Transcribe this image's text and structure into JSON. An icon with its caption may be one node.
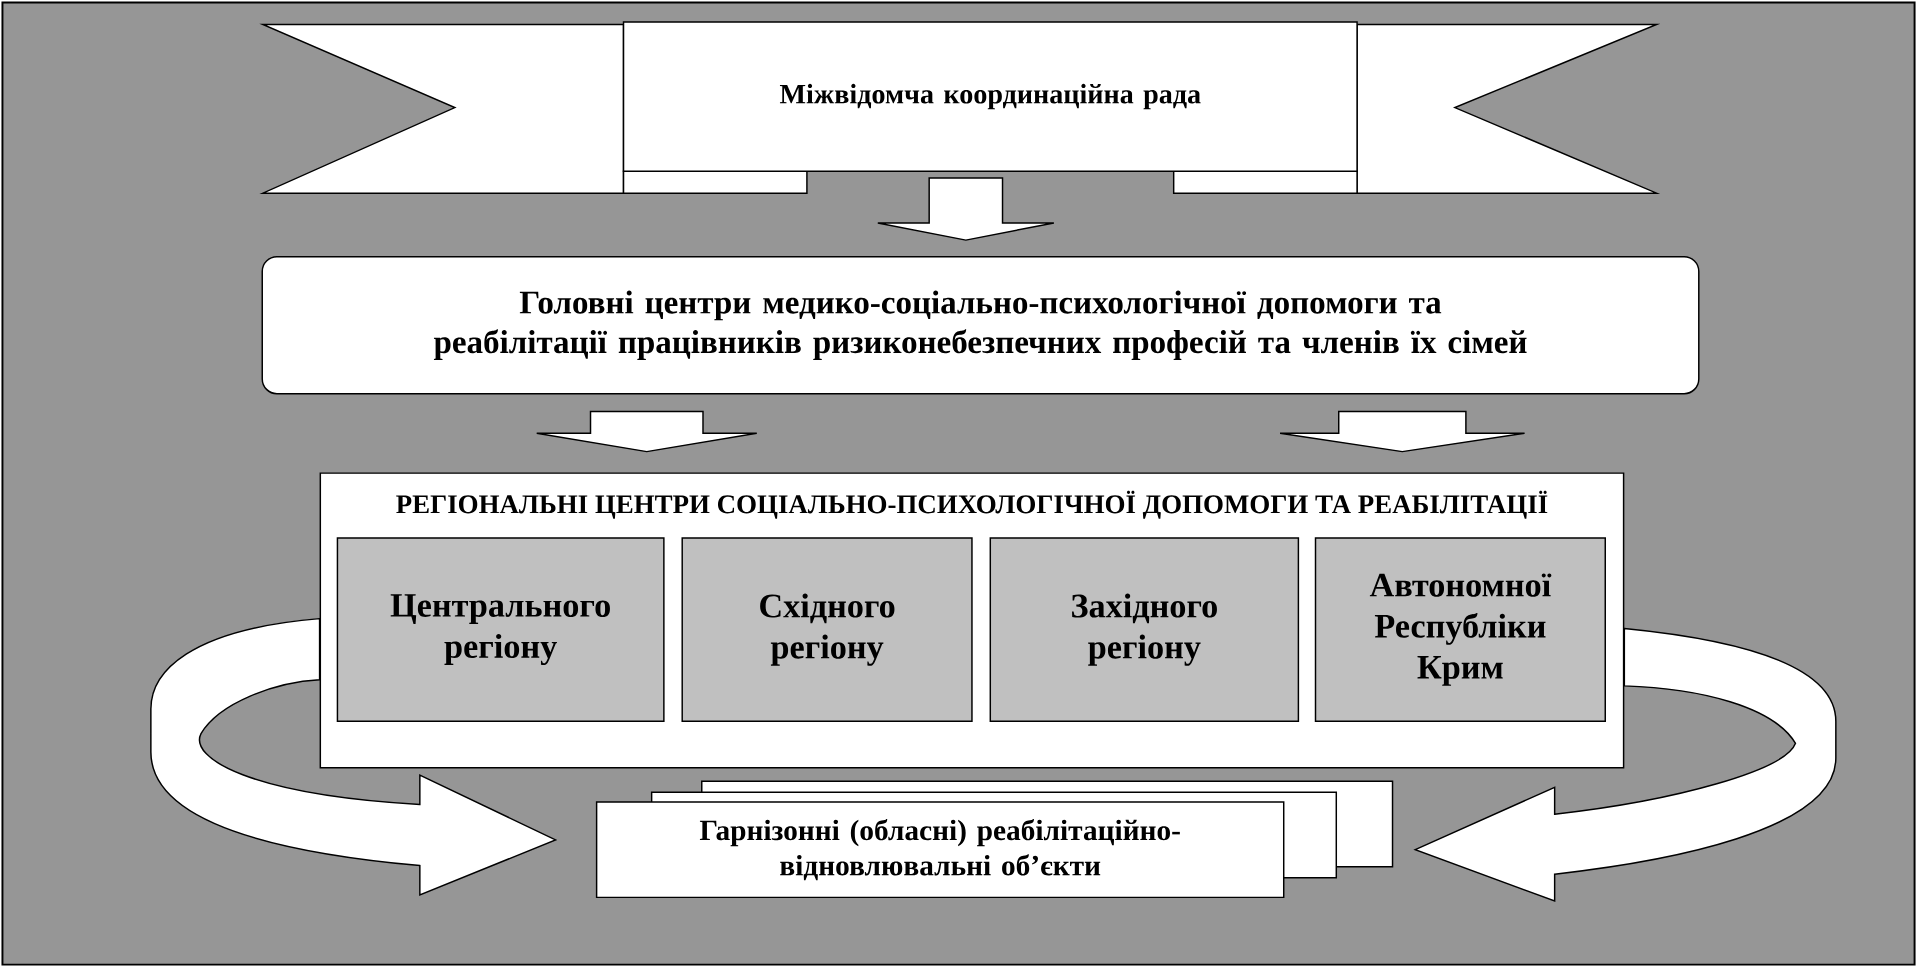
{
  "diagram": {
    "nodes": [
      {
        "text": [
          "Міжвідомча координаційна рада"
        ]
      },
      {
        "text": [
          "Головні центри медико-соціально-психологічної допомоги та реабілітації працівників ризиконебезпечних професій та членів їх сімей"
        ]
      },
      {
        "text": [
          "РЕГІОНАЛЬНІ ЦЕНТРИ СОЦІАЛЬНО-ПСИХОЛОГІЧНОЇ ДОПОМОГИ ТА РЕАБІЛІТАЦІЇ"
        ]
      },
      {
        "text": [
          "Центрального регіону"
        ],
        "in": 2
      },
      {
        "text": [
          "Східного регіону"
        ],
        "in": 2
      },
      {
        "text": [
          "Західного регіону"
        ],
        "in": 2
      },
      {
        "text": [
          "Автономної Республіки Крим"
        ],
        "in": 2
      },
      {
        "text": [
          "Гарнізонні (обласні) реабілітаційно-відновлювальні об’єкти"
        ]
      }
    ],
    "edges": [
      {
        "from": 0,
        "to": 1,
        "arrow": "to"
      },
      {
        "from": 1,
        "to": 2,
        "arrow": "to"
      },
      {
        "from": 1,
        "to": 2,
        "arrow": "to"
      },
      {
        "from": 2,
        "to": 7,
        "arrow": "to"
      },
      {
        "from": 2,
        "to": 7,
        "arrow": "to"
      }
    ]
  }
}
